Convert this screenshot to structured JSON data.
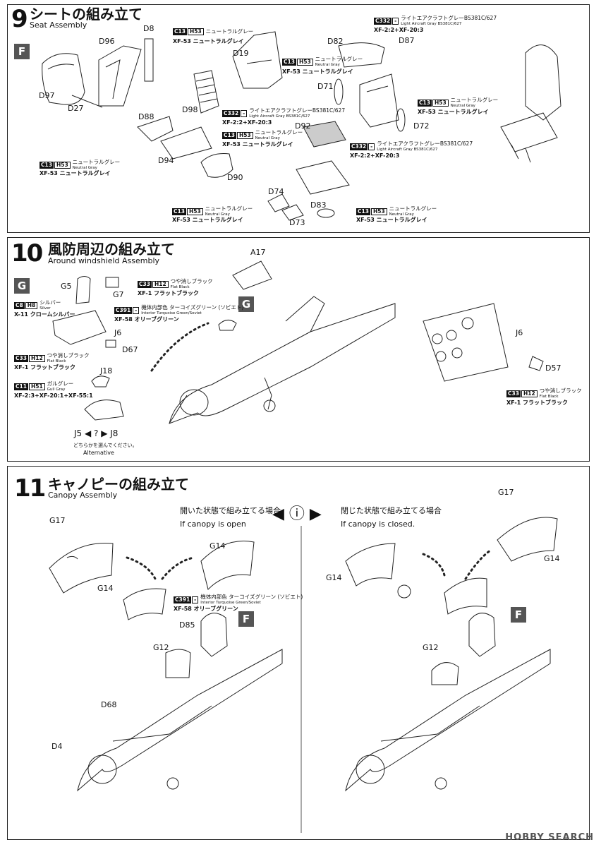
{
  "step9": {
    "number": "9",
    "title_jp": "シートの組み立て",
    "title_en": "Seat Assembly",
    "section_letter": "F",
    "parts": {
      "D8": "D8",
      "D96": "D96",
      "D97": "D97",
      "D27": "D27",
      "D19": "D19",
      "D98": "D98",
      "D82": "D82",
      "D87": "D87",
      "D71": "D71",
      "D72": "D72",
      "D88": "D88",
      "D94": "D94",
      "D90": "D90",
      "D92": "D92",
      "D74": "D74",
      "D83": "D83",
      "D73": "D73"
    },
    "paint_c13_a": {
      "c1": "C13",
      "c2": "H53",
      "jp": "ニュートラルグレー",
      "en": "",
      "mix": "XF-53 ニュートラルグレイ"
    },
    "paint_c13_b": {
      "c1": "C13",
      "c2": "H53",
      "jp": "ニュートラルグレー",
      "en": "Neutral Gray",
      "mix": "XF-53 ニュートラルグレイ"
    },
    "paint_c332_a": {
      "c1": "C332",
      "c2": "-",
      "jp": "ライトエアクラフトグレーBS381C/627",
      "en": "Light Aircraft Gray BS381C/627",
      "mix": "XF-2:2+XF-20:3"
    },
    "paint_c13_c": {
      "c1": "C13",
      "c2": "H53",
      "jp": "ニュートラルグレー",
      "en": "Neutral Gray",
      "mix": "XF-53 ニュートラルグレイ"
    },
    "paint_c332_b": {
      "c1": "C332",
      "c2": "-",
      "jp": "ライトエアクラフトグレーBS381C/627",
      "en": "Light Aircraft Gray BS381C/627",
      "mix": "XF-2:2+XF-20:3"
    },
    "paint_c13_d": {
      "c1": "C13",
      "c2": "H53",
      "jp": "ニュートラルグレー",
      "en": "Neutral Gray",
      "mix": "XF-53 ニュートラルグレイ"
    },
    "paint_c332_c": {
      "c1": "C332",
      "c2": "-",
      "jp": "ライトエアクラフトグレーBS381C/627",
      "en": "Light Aircraft Gray BS381C/627",
      "mix": "XF-2:2+XF-20:3"
    },
    "paint_c13_e": {
      "c1": "C13",
      "c2": "H53",
      "jp": "ニュートラルグレー",
      "en": "Neutral Gray",
      "mix": "XF-53 ニュートラルグレイ"
    },
    "paint_c13_f": {
      "c1": "C13",
      "c2": "H53",
      "jp": "ニュートラルグレー",
      "en": "Neutral Gray",
      "mix": "XF-53 ニュートラルグレイ"
    },
    "paint_c13_g": {
      "c1": "C13",
      "c2": "H53",
      "jp": "ニュートラルグレー",
      "en": "Neutral Gray",
      "mix": "XF-53 ニュートラルグレイ"
    }
  },
  "step10": {
    "number": "10",
    "title_jp": "風防周辺の組み立て",
    "title_en": "Around windshield Assembly",
    "section_letter": "G",
    "section_letter_2": "G",
    "parts": {
      "A17": "A17",
      "G5": "G5",
      "G7": "G7",
      "J6": "J6",
      "D67": "D67",
      "J18": "J18",
      "J6b": "J6",
      "D57": "D57"
    },
    "alt_text": "J5 ◀ ? ▶ J8",
    "alt_note_jp": "どちらかを選んでください。",
    "alt_note_en": "Alternative",
    "paint_c33_a": {
      "c1": "C33",
      "c2": "H12",
      "jp": "つや消しブラック",
      "en": "Flat Black",
      "mix": "XF-1 フラットブラック"
    },
    "paint_c8": {
      "c1": "C8",
      "c2": "H8",
      "jp": "シルバー",
      "en": "Silver",
      "mix": "X-11 クロームシルバー"
    },
    "paint_c391": {
      "c1": "C391",
      "c2": "-",
      "jp": "機体内部色 ターコイズグリーン (ソビエト)",
      "en": "Interior Turquoise Green/Soviet",
      "mix": "XF-58 オリーブグリーン"
    },
    "paint_c33_b": {
      "c1": "C33",
      "c2": "H12",
      "jp": "つや消しブラック",
      "en": "Flat Black",
      "mix": "XF-1 フラットブラック"
    },
    "paint_c11": {
      "c1": "C11",
      "c2": "H51",
      "jp": "ガルグレー",
      "en": "Gull Gray",
      "mix": "XF-2:3+XF-20:1+XF-55:1"
    },
    "paint_c33_c": {
      "c1": "C33",
      "c2": "H12",
      "jp": "つや消しブラック",
      "en": "Flat Black",
      "mix": "XF-1 フラットブラック"
    }
  },
  "step11": {
    "number": "11",
    "title_jp": "キャノピーの組み立て",
    "title_en": "Canopy Assembly",
    "open_jp": "開いた状態で組み立てる場合",
    "open_en": "If canopy is open",
    "closed_jp": "閉じた状態で組み立てる場合",
    "closed_en": "If canopy is closed.",
    "section_letter_l": "F",
    "section_letter_r": "F",
    "parts": {
      "G17": "G17",
      "G14": "G14",
      "G14b": "G14",
      "D85": "D85",
      "G12": "G12",
      "D68": "D68",
      "D4": "D4",
      "G17r": "G17",
      "G14r": "G14",
      "G14r2": "G14",
      "G12r": "G12"
    },
    "paint_c391": {
      "c1": "C391",
      "c2": "-",
      "jp": "機体内部色 ターコイズグリーン (ソビエト)",
      "en": "Interior Turquoise Green/Soviet",
      "mix": "XF-58 オリーブグリーン"
    }
  },
  "watermark": "HOBBY SEARCH"
}
